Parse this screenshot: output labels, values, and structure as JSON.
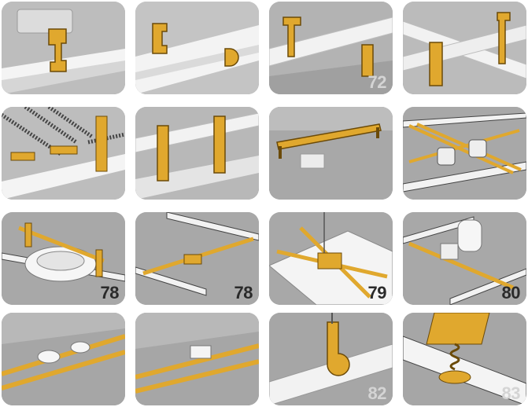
{
  "page": {
    "colors": {
      "background": "#ffffff",
      "tile": "#a6a6a6",
      "hardware": "#e0a82e",
      "outline": "#6b4a08",
      "rail": "#f2f2f2"
    },
    "tiles": [
      {
        "name": "tile-1",
        "number": ""
      },
      {
        "name": "tile-2",
        "number": ""
      },
      {
        "name": "tile-3",
        "number": "72"
      },
      {
        "name": "tile-4",
        "number": ""
      },
      {
        "name": "tile-5",
        "number": ""
      },
      {
        "name": "tile-6",
        "number": ""
      },
      {
        "name": "tile-7",
        "number": ""
      },
      {
        "name": "tile-8",
        "number": ""
      },
      {
        "name": "tile-9",
        "number": "78"
      },
      {
        "name": "tile-10",
        "number": "78"
      },
      {
        "name": "tile-11",
        "number": "79"
      },
      {
        "name": "tile-12",
        "number": "80"
      },
      {
        "name": "tile-13",
        "number": ""
      },
      {
        "name": "tile-14",
        "number": ""
      },
      {
        "name": "tile-15",
        "number": "82"
      },
      {
        "name": "tile-16",
        "number": "83"
      }
    ]
  }
}
